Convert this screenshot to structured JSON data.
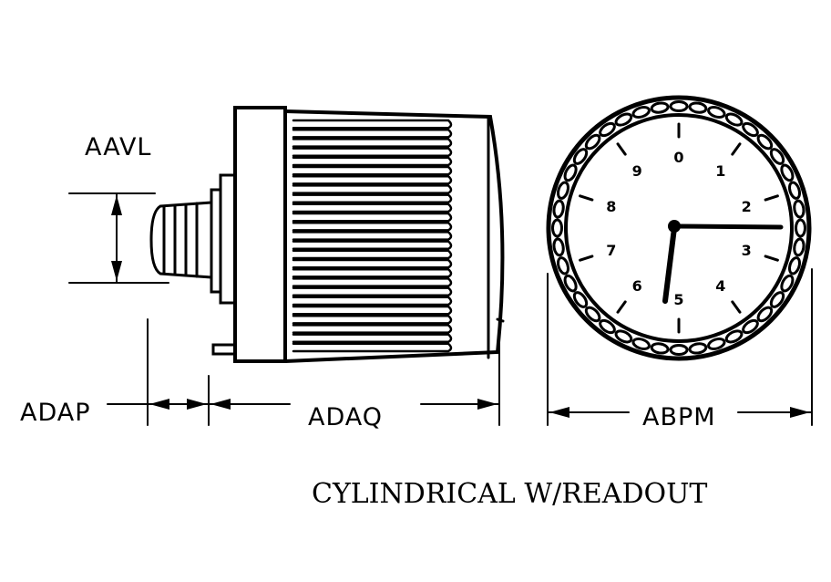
{
  "labels": {
    "aavl": "AAVL",
    "adap": "ADAP",
    "adaq": "ADAQ",
    "abpm": "ABPM"
  },
  "caption": "CYLINDRICAL W/READOUT",
  "dial_numbers": [
    "0",
    "1",
    "2",
    "3",
    "4",
    "5",
    "6",
    "7",
    "8",
    "9"
  ]
}
